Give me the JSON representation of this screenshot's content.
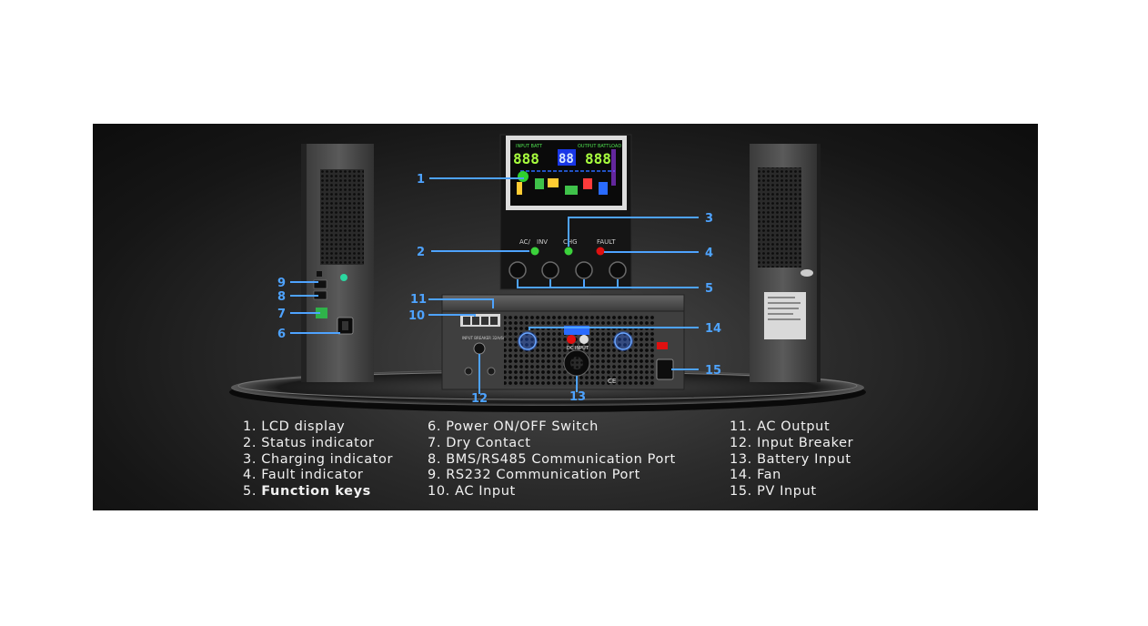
{
  "callouts": [
    "1",
    "2",
    "3",
    "4",
    "5",
    "6",
    "7",
    "8",
    "9",
    "10",
    "11",
    "12",
    "13",
    "14",
    "15"
  ],
  "front_panel": {
    "indicator_labels": [
      "AC/",
      "INV",
      "CHG",
      "FAULT"
    ],
    "lcd_header_left": "INPUT BATT",
    "lcd_header_right": "OUTPUT BATTLOAD",
    "lcd_digits_left": "888",
    "lcd_digits_mid": "88",
    "lcd_digits_right": "888"
  },
  "rear_panel": {
    "dc_input_label": "DC INPUT",
    "breaker_label": "INPUT BREAKER 32A/6A",
    "ce_mark": "CE"
  },
  "legend": {
    "col1": [
      "1. LCD display",
      "2. Status indicator",
      "3. Charging indicator",
      "4. Fault indicator",
      "5. "
    ],
    "col1_bold_tail": "Function keys",
    "col2": [
      "6. Power ON/OFF Switch",
      "7. Dry Contact",
      "8. BMS/RS485 Communication Port",
      "9. RS232 Communication Port",
      "10. AC Input"
    ],
    "col3": [
      "11. AC Output",
      "12. Input Breaker",
      "13. Battery Input",
      "14. Fan",
      "15. PV Input"
    ]
  },
  "colors": {
    "callout": "#4ea3ff",
    "led_green": "#3bd23b",
    "led_red": "#e01010",
    "lcd_blue": "#2a6bff"
  },
  "icons": [
    "fan-icon",
    "led-icon",
    "switch-icon",
    "port-icon"
  ]
}
